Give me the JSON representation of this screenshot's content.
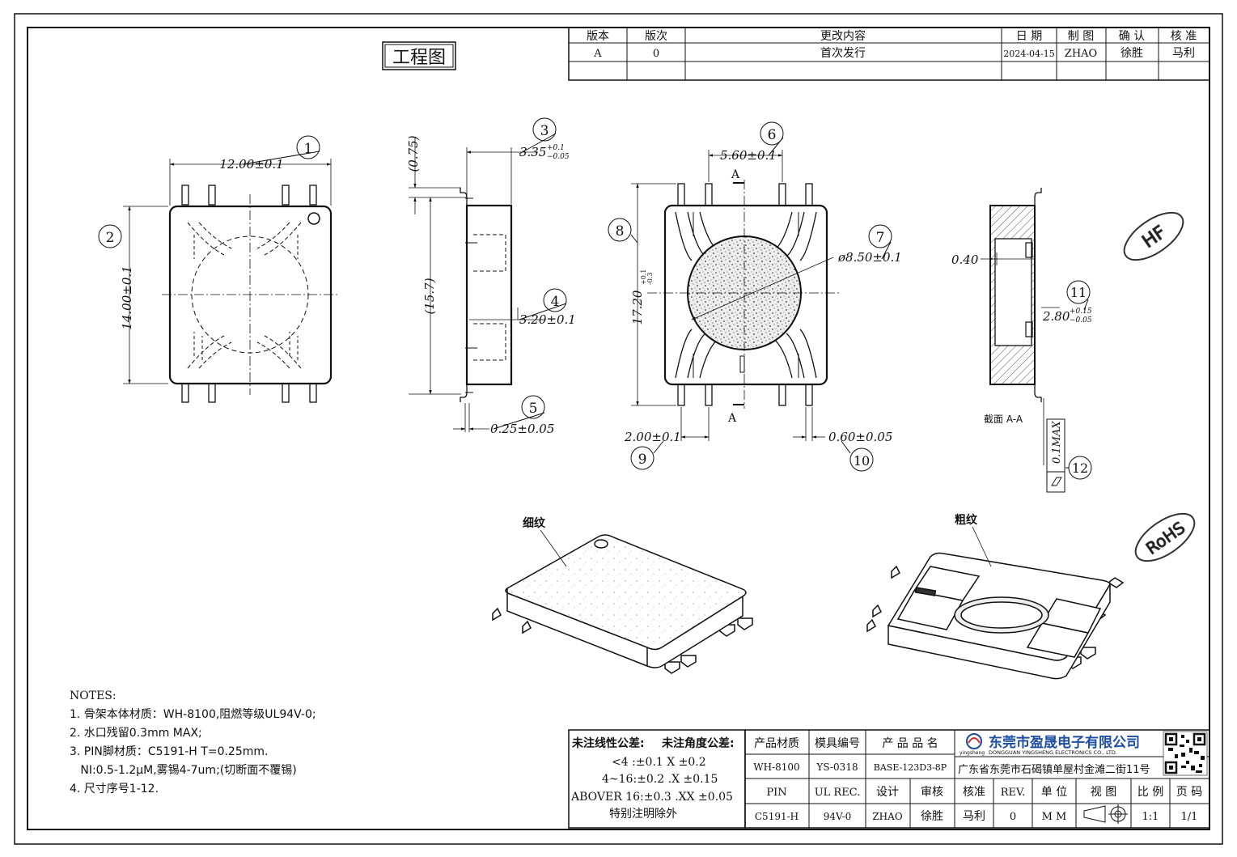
{
  "title_stamp": "工程图",
  "revision_table": {
    "headers": [
      "版本",
      "版次",
      "更改内容",
      "日 期",
      "制 图",
      "确 认",
      "核 准"
    ],
    "rows": [
      [
        "A",
        "0",
        "首次发行",
        "2024-04-15",
        "ZHAO",
        "徐胜",
        "马利"
      ]
    ]
  },
  "dimensions": {
    "d1_width": "12.00±0.1",
    "d2_height": "14.00±0.1",
    "d3_thickness": "3.35",
    "d3_tol_plus": "+0.1",
    "d3_tol_minus": "−0.05",
    "ref_075": "(0.75)",
    "ref_157": "(15.7)",
    "d4": "3.20±0.1",
    "d5": "0.25±0.05",
    "d6": "5.60±0.1",
    "d7": "ø8.50±0.1",
    "d8": "17.20",
    "d8_tol_plus": "+0.1",
    "d8_tol_minus": "-0.3",
    "d9": "2.00±0.1",
    "d10": "0.60±0.05",
    "d_040": "0.40",
    "d11": "2.80",
    "d11_tol_plus": "+0.15",
    "d11_tol_minus": "−0.05",
    "d12": "0.1MAX",
    "section_letter": "A",
    "section_label": "截面 A-A"
  },
  "balloons": [
    "1",
    "2",
    "3",
    "4",
    "5",
    "6",
    "7",
    "8",
    "9",
    "10",
    "11",
    "12"
  ],
  "marks": {
    "hf": "HF",
    "rohs": "RoHS"
  },
  "views": {
    "fine_texture": "细纹",
    "coarse_texture": "粗纹"
  },
  "notes": {
    "heading": "NOTES:",
    "items": [
      "1. 骨架本体材质：WH-8100,阻燃等级UL94V-0;",
      "2. 水口残留0.3mm MAX;",
      "3. PIN脚材质：C5191-H  T=0.25mm.",
      "   NI:0.5-1.2μM,雾锡4-7um;(切断面不覆锡)",
      "4. 尺寸序号1-12."
    ]
  },
  "tolerance": {
    "linear_label": "未注线性公差:",
    "angular_label": "未注角度公差:",
    "line1": "<4 :±0.1   X ±0.2",
    "line2": "4~16:±0.2  .X ±0.15",
    "line3": "ABOVER 16:±0.3  .XX ±0.05",
    "line4": "特别注明除外"
  },
  "title_block": {
    "material_label": "产品材质",
    "mold_label": "模具编号",
    "product_label": "产 品 品 名",
    "material": "WH-8100",
    "mold": "YS-0318",
    "product": "BASE-123D3-8P",
    "pin_label": "PIN",
    "ul_label": "UL REC.",
    "design_label": "设计",
    "review_label": "审核",
    "approve_label": "核准",
    "rev_label": "REV.",
    "unit_label": "单 位",
    "view_label": "视 图",
    "scale_label": "比 例",
    "page_label": "页 码",
    "pin": "C5191-H",
    "ul": "94V-0",
    "designer": "ZHAO",
    "reviewer": "徐胜",
    "approver": "马利",
    "rev": "0",
    "unit": "M M",
    "scale": "1:1",
    "page": "1/1",
    "company_cn": "东莞市盈晟电子有限公司",
    "company_en": "DONGGUAN YINGSHENG ELECTRONICS CO., LTD.",
    "address": "广东省东莞市石碣镇单屋村金滩二街11号",
    "logo_text": "yingsheng"
  }
}
